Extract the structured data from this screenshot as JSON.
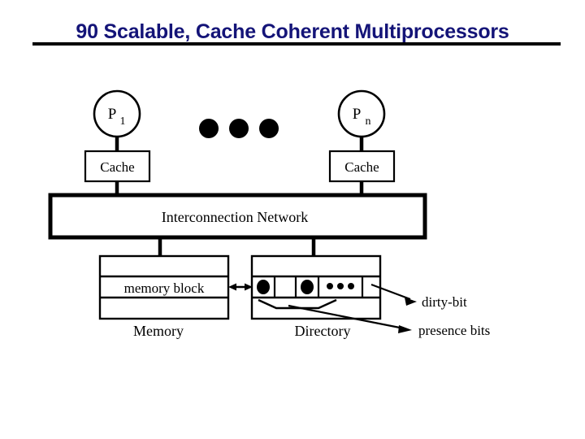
{
  "slide": {
    "title": "90 Scalable, Cache Coherent Multiprocessors",
    "title_color": "#141478",
    "rule_color": "#000000",
    "background": "#ffffff"
  },
  "diagram": {
    "name": "scalable-cache-coherent-multiprocessor-diagram",
    "stroke_color": "#000000",
    "processors": [
      {
        "id": "p1",
        "label": "P",
        "subscript": "1",
        "cache_label": "Cache"
      },
      {
        "id": "pn",
        "label": "P",
        "subscript": "n",
        "cache_label": "Cache"
      }
    ],
    "ellipsis_dots": 3,
    "network": {
      "label": "Interconnection Network"
    },
    "memory": {
      "caption": "Memory",
      "block_label": "memory block",
      "rows": 3
    },
    "directory": {
      "caption": "Directory",
      "rows": 3,
      "cells": [
        {
          "type": "presence",
          "filled": true
        },
        {
          "type": "presence",
          "filled": false
        },
        {
          "type": "presence",
          "filled": true
        },
        {
          "type": "ellipsis",
          "filled": false
        },
        {
          "type": "dirty",
          "filled": false
        }
      ]
    },
    "annotations": [
      {
        "id": "dirty-bit",
        "label": "dirty-bit"
      },
      {
        "id": "presence-bits",
        "label": "presence bits"
      }
    ]
  }
}
